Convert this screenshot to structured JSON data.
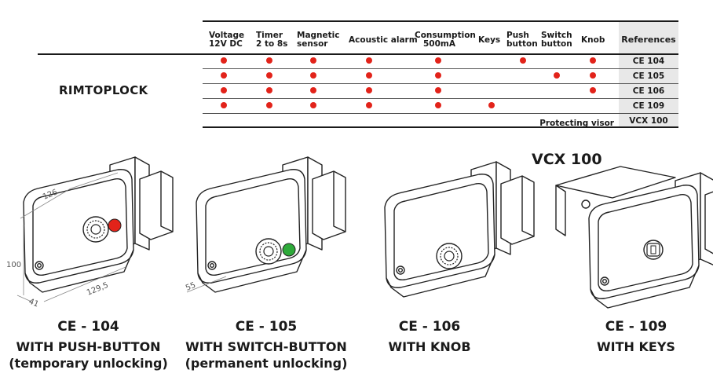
{
  "table": {
    "brand": "RIMTOPLOCK",
    "headers": [
      {
        "l1": "Voltage",
        "l2": "12V DC"
      },
      {
        "l1": "Timer",
        "l2": "2 to 8s"
      },
      {
        "l1": "Magnetic",
        "l2": "sensor"
      },
      {
        "l1": "Acoustic alarm",
        "l2": ""
      },
      {
        "l1": "Consumption",
        "l2": "500mA"
      },
      {
        "l1": "Keys",
        "l2": ""
      },
      {
        "l1": "Push",
        "l2": "button"
      },
      {
        "l1": "Switch",
        "l2": "button"
      },
      {
        "l1": "Knob",
        "l2": ""
      }
    ],
    "references_header": "References",
    "rows": [
      {
        "ref": "CE 104",
        "features": [
          true,
          true,
          true,
          true,
          true,
          false,
          true,
          false,
          true
        ]
      },
      {
        "ref": "CE 105",
        "features": [
          true,
          true,
          true,
          true,
          true,
          false,
          false,
          true,
          true
        ]
      },
      {
        "ref": "CE 106",
        "features": [
          true,
          true,
          true,
          true,
          true,
          false,
          false,
          false,
          true
        ]
      },
      {
        "ref": "CE 109",
        "features": [
          true,
          true,
          true,
          true,
          true,
          true,
          false,
          false,
          false
        ]
      }
    ],
    "visor_label": "Protecting visor",
    "visor_ref": "VCX 100"
  },
  "dimensions": {
    "width": "126",
    "height": "100",
    "depth": "41",
    "length": "129,5",
    "offset": "55"
  },
  "visor_label": "VCX 100",
  "products": [
    {
      "code": "CE - 104",
      "line1": "WITH PUSH-BUTTON",
      "line2": "(temporary unlocking)",
      "button_color": "#e2231a"
    },
    {
      "code": "CE - 105",
      "line1": "WITH SWITCH-BUTTON",
      "line2": "(permanent unlocking)",
      "button_color": "#2eaa3a"
    },
    {
      "code": "CE - 106",
      "line1": "WITH KNOB",
      "line2": ""
    },
    {
      "code": "CE - 109",
      "line1": "WITH KEYS",
      "line2": ""
    }
  ],
  "colors": {
    "dot": "#e2231a",
    "ref_bg": "#e8e8e8"
  }
}
